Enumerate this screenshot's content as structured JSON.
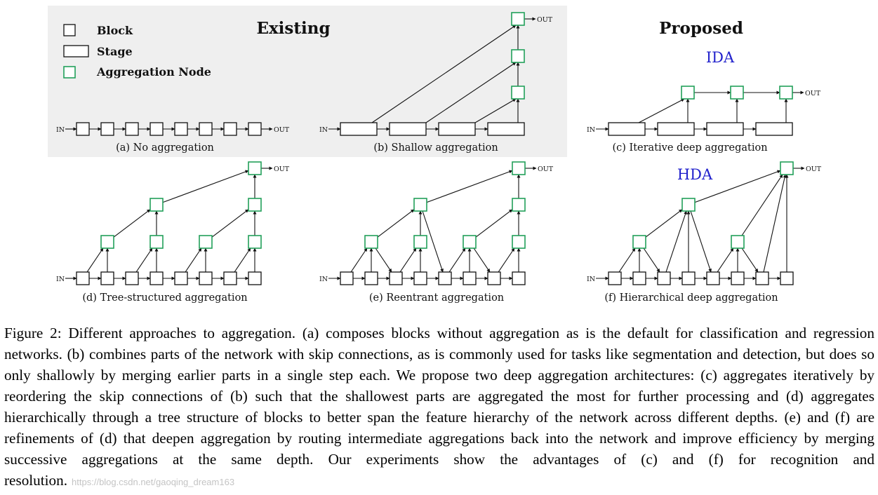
{
  "legend": {
    "block": "Block",
    "stage": "Stage",
    "aggregation_node": "Aggregation Node"
  },
  "headings": {
    "existing": "Existing",
    "proposed": "Proposed",
    "ida": "IDA",
    "hda": "HDA"
  },
  "io": {
    "in": "IN",
    "out": "OUT"
  },
  "panels": {
    "a": "(a) No aggregation",
    "b": "(b) Shallow aggregation",
    "c": "(c) Iterative deep aggregation",
    "d": "(d) Tree-structured aggregation",
    "e": "(e) Reentrant aggregation",
    "f": "(f) Hierarchical deep aggregation"
  },
  "caption": {
    "text": "Figure 2: Different approaches to aggregation. (a) composes blocks without aggregation as is the default for classification and regression networks. (b) combines parts of the network with skip connections, as is commonly used for tasks like segmentation and detection, but does so only shallowly by merging earlier parts in a single step each. We propose two deep aggregation architectures: (c) aggregates iteratively by reordering the skip connections of (b) such that the shallowest parts are aggregated the most for further processing and (d) aggregates hierarchically through a tree structure of blocks to better span the feature hierarchy of the network across different depths. (e) and (f) are refinements of (d) that deepen aggregation by routing intermediate aggregations back into the network and improve efficiency by merging successive aggregations at the same depth. Our experiments show the advantages of (c) and (f) for recognition and resolution.",
    "watermark": "https://blog.csdn.net/gaoqing_dream163"
  },
  "colors": {
    "aggregation_node": "#22a05a",
    "existing_background": "#efefef",
    "proposed_labels": "#2222cc",
    "line": "#111111"
  }
}
